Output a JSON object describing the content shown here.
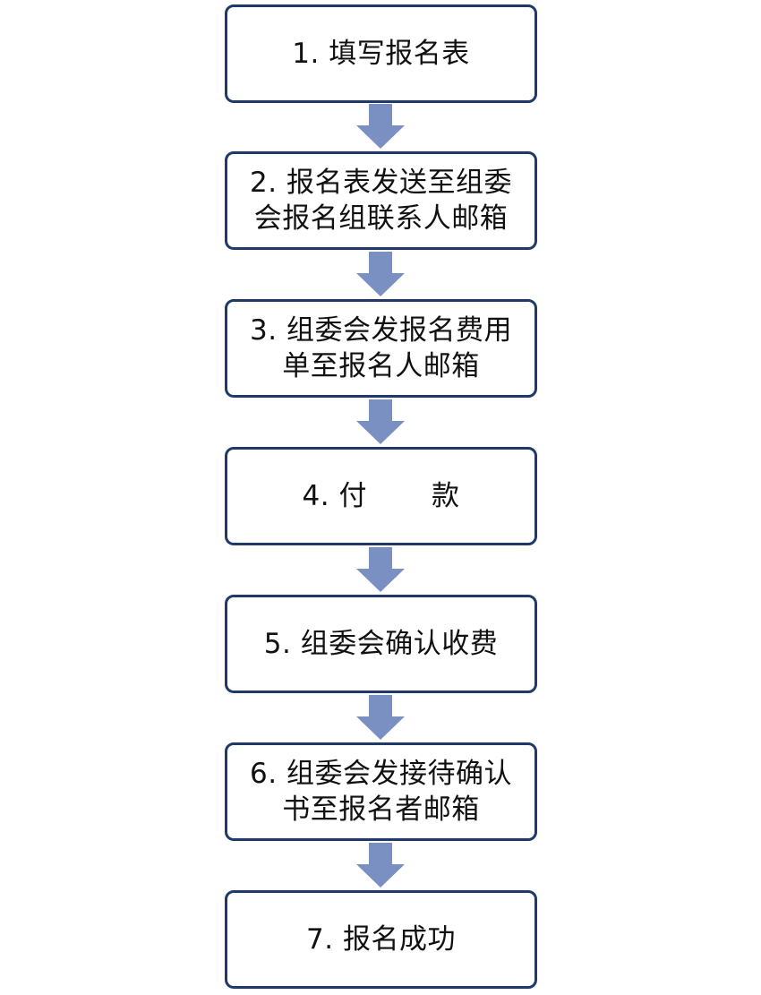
{
  "flowchart": {
    "steps": [
      {
        "lines": [
          "1. 填写报名表"
        ]
      },
      {
        "lines": [
          "2. 报名表发送至组委",
          "会报名组联系人邮箱"
        ]
      },
      {
        "lines": [
          "3. 组委会发报名费用",
          "单至报名人邮箱"
        ]
      },
      {
        "prefix": "4. 付",
        "suffix": "款"
      },
      {
        "lines": [
          "5. 组委会确认收费"
        ]
      },
      {
        "lines": [
          "6. 组委会发接待确认",
          "书至报名者邮箱"
        ]
      },
      {
        "lines": [
          "7. 报名成功"
        ]
      }
    ],
    "colors": {
      "box_border": "#1f3a68",
      "arrow_fill": "#7a90c2",
      "text": "#111111"
    }
  }
}
